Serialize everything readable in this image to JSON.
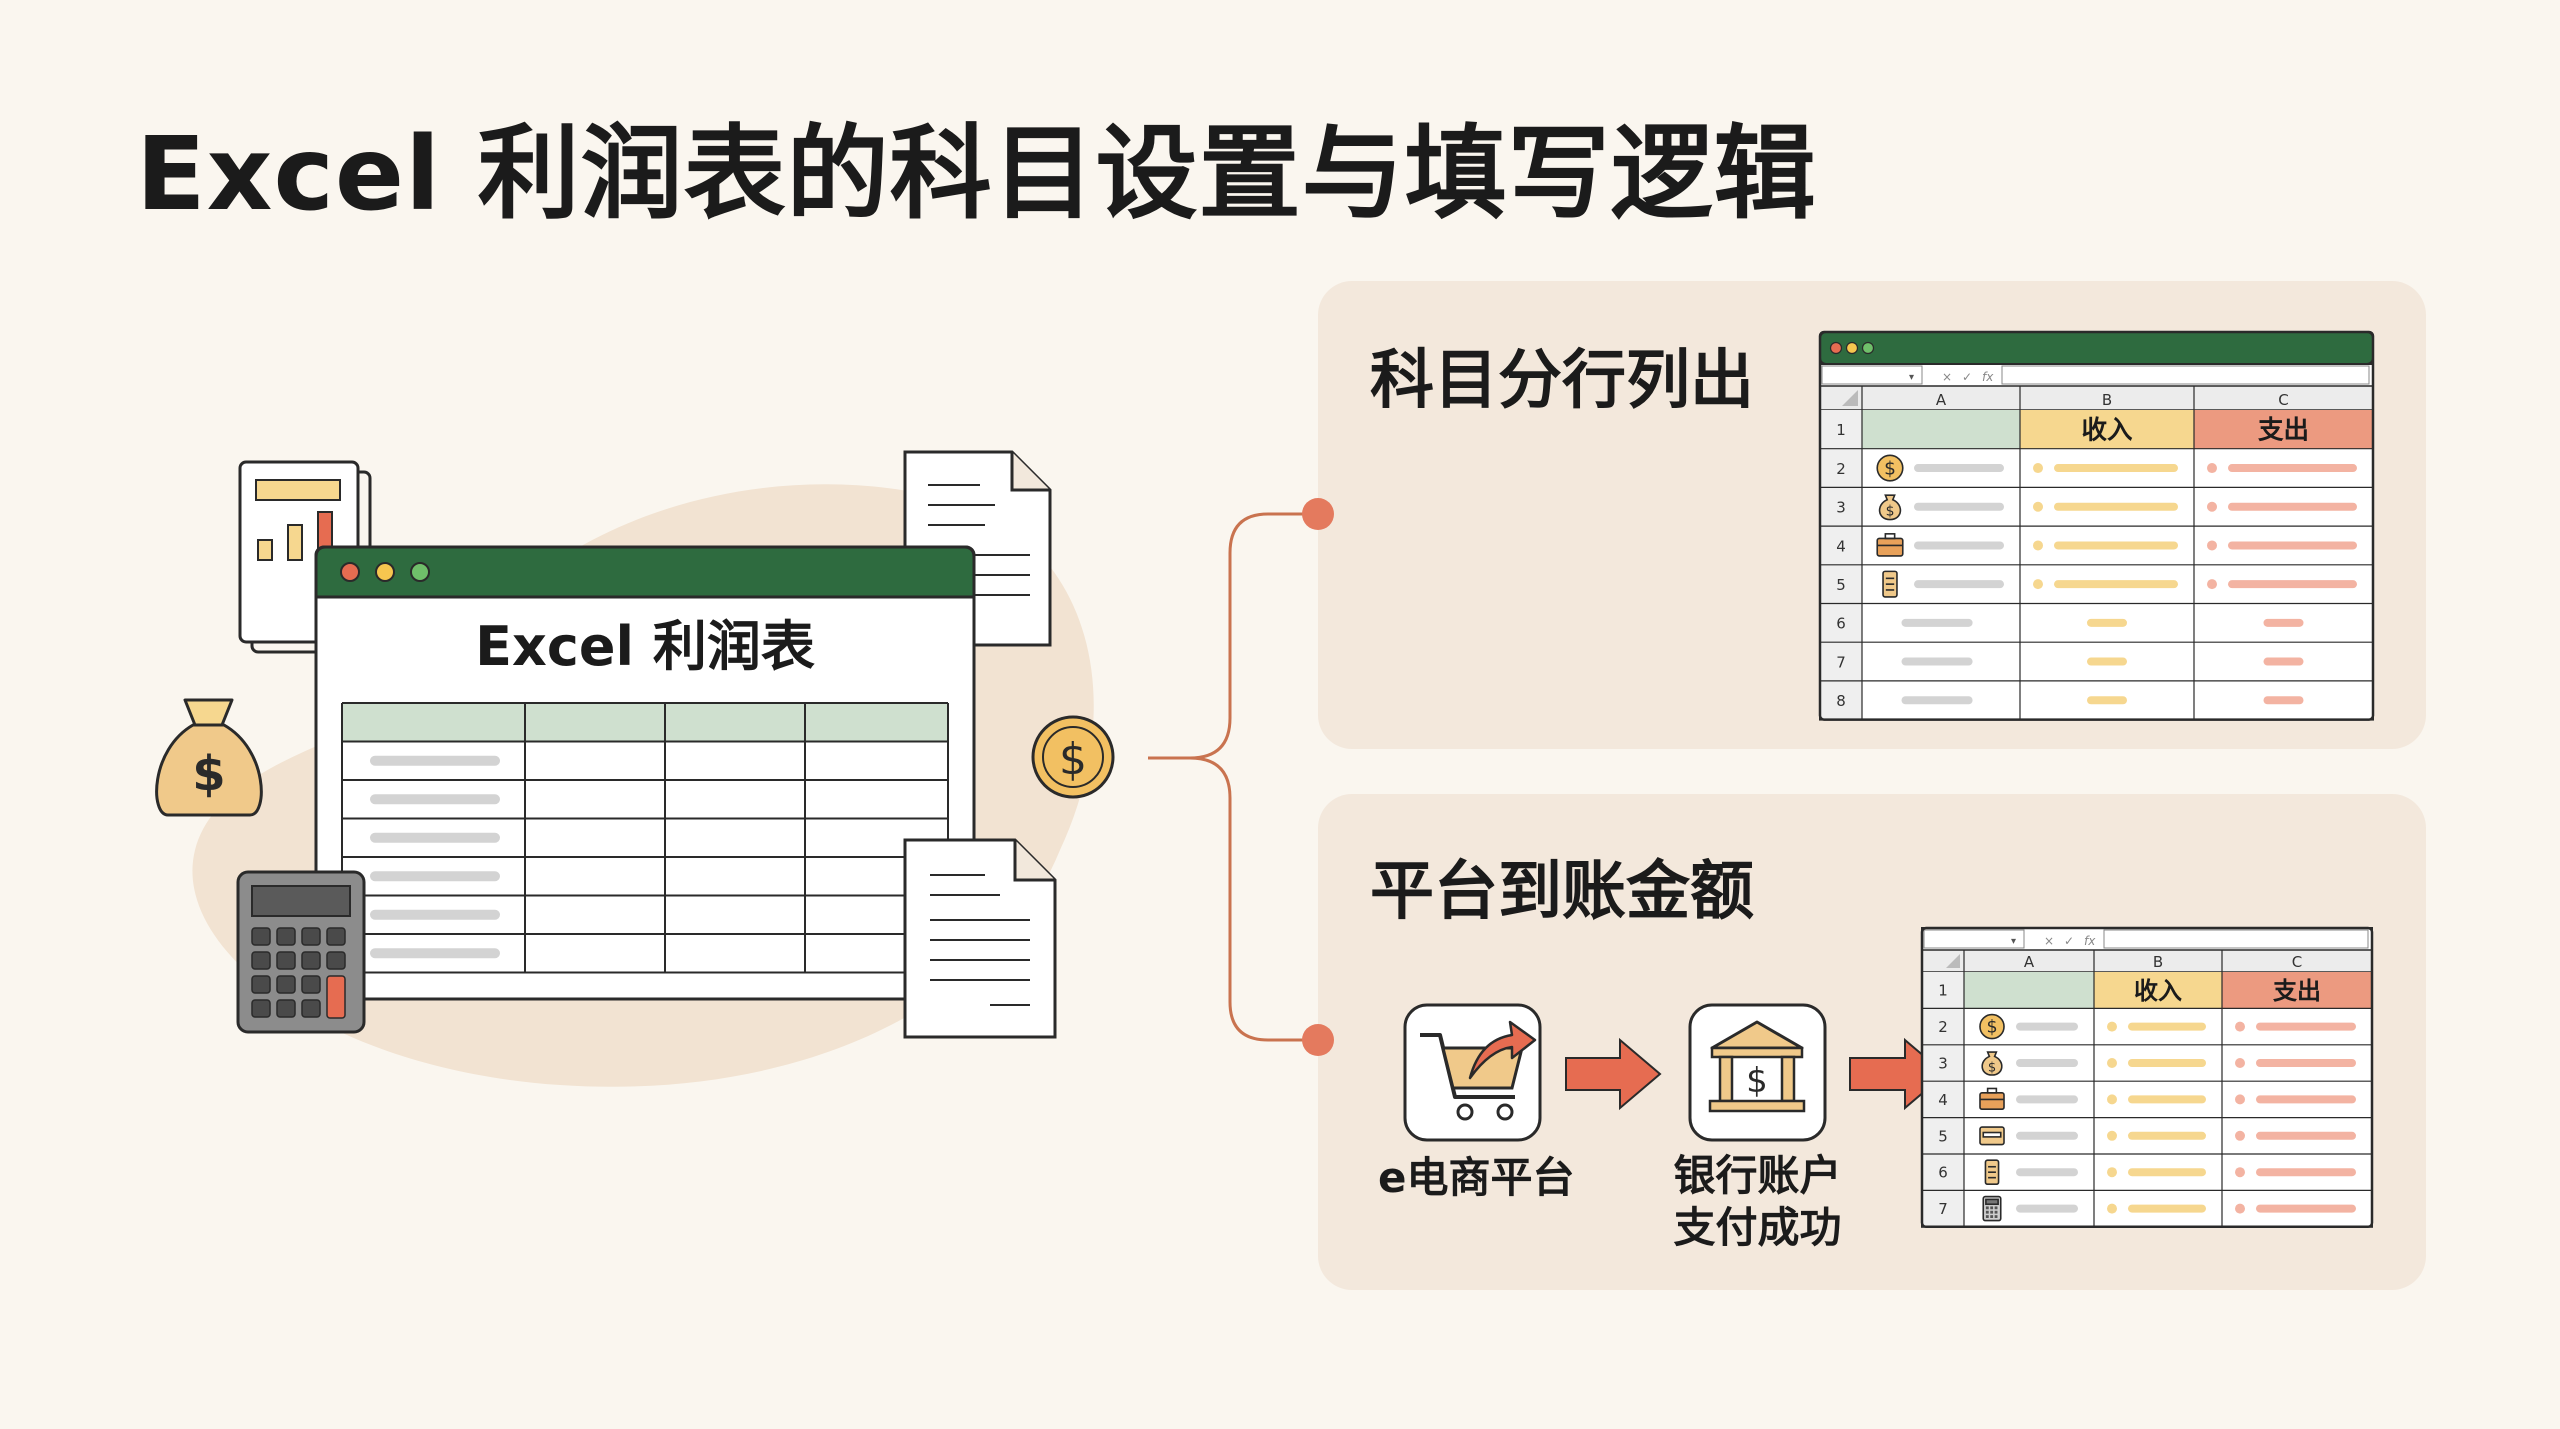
{
  "title": "Excel 利润表的科目设置与填写逻辑",
  "center_window": {
    "title": "Excel 利润表",
    "controls": [
      "close-dot",
      "minimize-dot",
      "maximize-dot"
    ]
  },
  "top_panel": {
    "title": "科目分行列出",
    "sheet": {
      "formula_symbols": [
        "×",
        "✓",
        "fx"
      ],
      "columns": [
        "A",
        "B",
        "C"
      ],
      "header": {
        "income": "收入",
        "expense": "支出"
      },
      "rows": [
        "1",
        "2",
        "3",
        "4",
        "5",
        "6",
        "7",
        "8"
      ],
      "row_icons": [
        "coin-icon",
        "money-bag-icon",
        "briefcase-icon",
        "receipt-icon"
      ]
    }
  },
  "bottom_panel": {
    "title": "平台到账金额",
    "flow": [
      {
        "icon": "shopping-cart-icon",
        "label": "e电商平台"
      },
      {
        "icon": "bank-icon",
        "label_lines": [
          "银行账户",
          "支付成功"
        ]
      }
    ],
    "sheet": {
      "formula_symbols": [
        "×",
        "✓",
        "fx"
      ],
      "columns": [
        "A",
        "B",
        "C"
      ],
      "header": {
        "income": "收入",
        "expense": "支出"
      },
      "rows": [
        "1",
        "2",
        "3",
        "4",
        "5",
        "6",
        "7"
      ],
      "row_icons": [
        "coin-icon",
        "money-bag-icon",
        "briefcase-icon",
        "wallet-icon",
        "receipt-icon",
        "calculator-icon"
      ]
    }
  },
  "colors": {
    "background": "#faf6ef",
    "panel": "#f3e8dc",
    "excel_green": "#2e6b3f",
    "header_green": "#cfe0cf",
    "income_yellow": "#f6d78f",
    "expense_red": "#ec9a80",
    "connector": "#c9734f",
    "arrow": "#e66c51"
  }
}
